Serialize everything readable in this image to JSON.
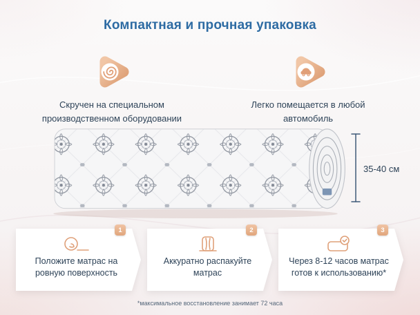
{
  "title": "Компактная и прочная упаковка",
  "features": [
    {
      "icon": "spiral-icon",
      "text": "Скручен на специальном производственном оборудовании"
    },
    {
      "icon": "car-icon",
      "text": "Легко помещается в любой автомобиль"
    }
  ],
  "dimension": {
    "label": "35-40 см"
  },
  "steps": [
    {
      "number": "1",
      "icon": "rolled-mattress-icon",
      "text": "Положите матрас на ровную поверхность"
    },
    {
      "number": "2",
      "icon": "unpack-mattress-icon",
      "text": "Аккуратно распакуйте матрас"
    },
    {
      "number": "3",
      "icon": "mattress-ready-icon",
      "text": "Через 8-12 часов матрас готов к использованию*"
    }
  ],
  "footnote": "*максимальное восстановление занимает 72 часа",
  "colors": {
    "accent_peach": "#e3a87e",
    "title_blue": "#2d6ba3",
    "body_text": "#2e4358",
    "pattern_gray": "#8a909b"
  }
}
